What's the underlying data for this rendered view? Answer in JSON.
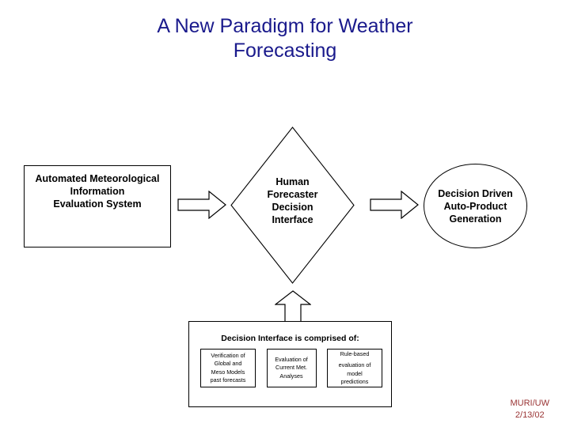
{
  "slide": {
    "title_line_1": "A New Paradigm for Weather",
    "title_line_2": "Forecasting",
    "title_color": "#1a1a8c",
    "background_color": "#ffffff"
  },
  "input_box": {
    "name": "automated-meteorological-information-evaluation-system",
    "line_1": "Automated Meteorological",
    "line_2": "Information",
    "line_3": "Evaluation System"
  },
  "decision_diamond": {
    "name": "human-forecaster-decision-interface",
    "line_1": "Human",
    "line_2": "Forecaster",
    "line_3": "Decision",
    "line_4": "Interface"
  },
  "output_circle": {
    "name": "decision-driven-auto-product-generation",
    "line_1": "Decision Driven",
    "line_2": "Auto-Product",
    "line_3": "Generation"
  },
  "arrows": [
    {
      "name": "arrow-input-to-diamond",
      "direction": "right"
    },
    {
      "name": "arrow-diamond-to-circle",
      "direction": "right"
    },
    {
      "name": "arrow-detail-to-diamond",
      "direction": "up"
    }
  ],
  "detail_panel": {
    "heading": "Decision Interface is comprised of:",
    "components": [
      {
        "name": "verification-of-global-and-meso-models",
        "lines": [
          "Verification of",
          "Global and",
          "Meso Models",
          "past forecasts"
        ]
      },
      {
        "name": "evaluation-of-current-met-analyses",
        "lines": [
          "Evaluation of",
          "Current Met.",
          "Analyses"
        ]
      },
      {
        "name": "rule-based-evaluation-of-model-predictions",
        "lines": [
          "Rule-based",
          "evaluation of",
          "model",
          "predictions"
        ]
      }
    ]
  },
  "footer": {
    "organization": "MURI/UW",
    "date": "2/13/02",
    "color": "#993333"
  }
}
